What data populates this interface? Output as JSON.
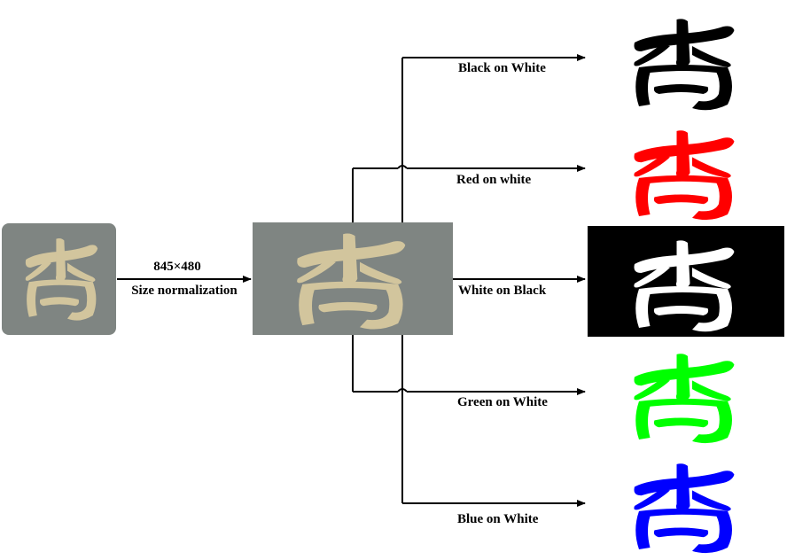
{
  "colors": {
    "photo_bg": "#7f8582",
    "glyph_tan": "#d2c59d",
    "black_on_white": {
      "fg": "#000000",
      "bg": "#ffffff"
    },
    "red_on_white": {
      "fg": "#ff0000",
      "bg": "#ffffff"
    },
    "white_on_black": {
      "fg": "#ffffff",
      "bg": "#000000"
    },
    "green_on_white": {
      "fg": "#00ff00",
      "bg": "#ffffff"
    },
    "blue_on_white": {
      "fg": "#0000ff",
      "bg": "#ffffff"
    }
  },
  "normalization": {
    "dims": "845×480",
    "label": "Size normalization"
  },
  "outputs": [
    {
      "label": "Black on White",
      "variant": "black_on_white"
    },
    {
      "label": "Red on white",
      "variant": "red_on_white"
    },
    {
      "label": "White on Black",
      "variant": "white_on_black"
    },
    {
      "label": "Green on White",
      "variant": "green_on_white"
    },
    {
      "label": "Blue on White",
      "variant": "blue_on_white"
    }
  ]
}
